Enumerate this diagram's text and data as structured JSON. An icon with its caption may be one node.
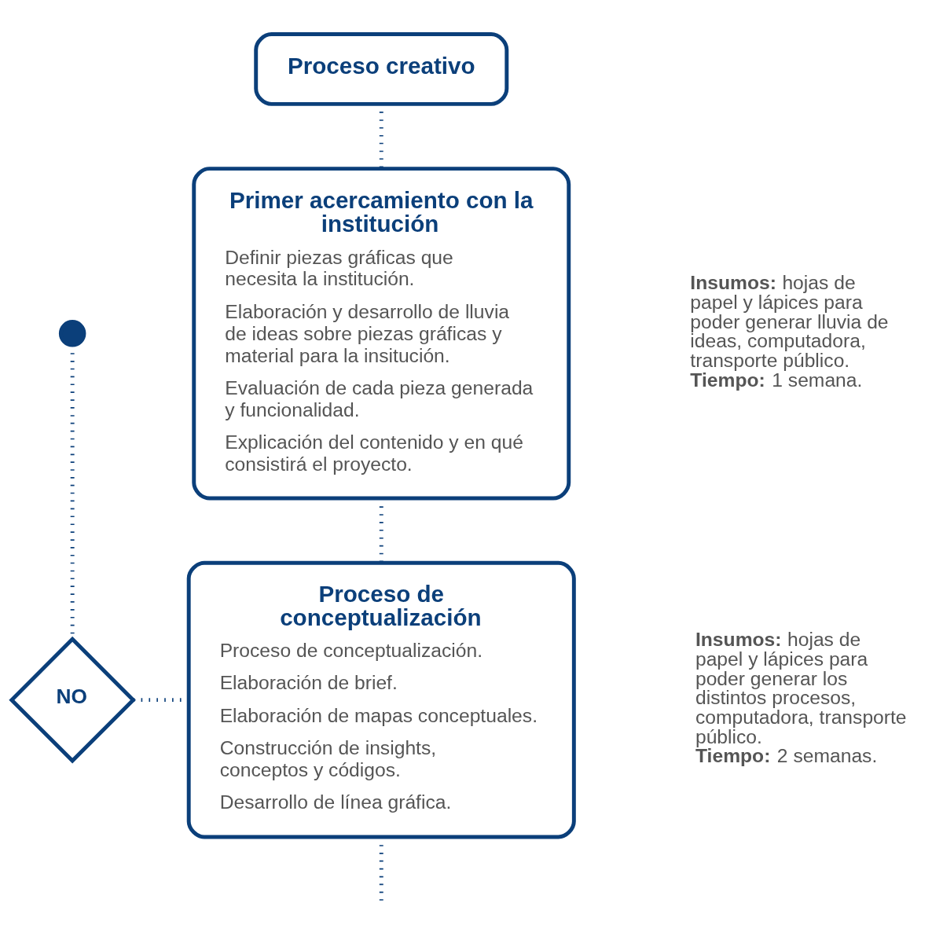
{
  "diagram": {
    "nodes": [
      {
        "text": [
          "Proceso creativo"
        ]
      },
      {
        "text": [
          "Primer acercamiento con la institución",
          "Definir piezas gráficas que necesita la institución.",
          "Elaboración y desarrollo de lluvia de ideas sobre piezas gráficas y material para la insitución.",
          "Evaluación de cada pieza generada y funcionalidad.",
          "Explicación del contenido y en qué consistirá el proyecto."
        ],
        "beside": [
          "**Insumos:** hojas de papel y lápices para poder generar lluvia de ideas, computadora, transporte público.",
          "**Tiempo:** 1 semana."
        ]
      },
      {
        "text": [
          "Proceso de conceptualización",
          "Proceso de conceptualización.",
          "Elaboración de brief.",
          "Elaboración de mapas conceptuales.",
          "Construcción de insights, conceptos y códigos.",
          "Desarrollo de línea gráfica."
        ],
        "beside": [
          "**Insumos:** hojas de papel y lápices para poder generar los distintos procesos, computadora, transporte público.",
          "**Tiempo:** 2 semanas."
        ]
      },
      {
        "text": [],
        "shape": "circle"
      },
      {
        "text": [
          "NO"
        ]
      }
    ],
    "edges": [
      {
        "from": 0,
        "to": 1,
        "arrow": "none"
      },
      {
        "from": 1,
        "to": 2,
        "arrow": "none"
      },
      {
        "from": 4,
        "to": 3,
        "arrow": "none"
      },
      {
        "from": 4,
        "to": 2,
        "arrow": "none"
      },
      {
        "from": 2,
        "to": null,
        "arrow": "none"
      }
    ]
  }
}
